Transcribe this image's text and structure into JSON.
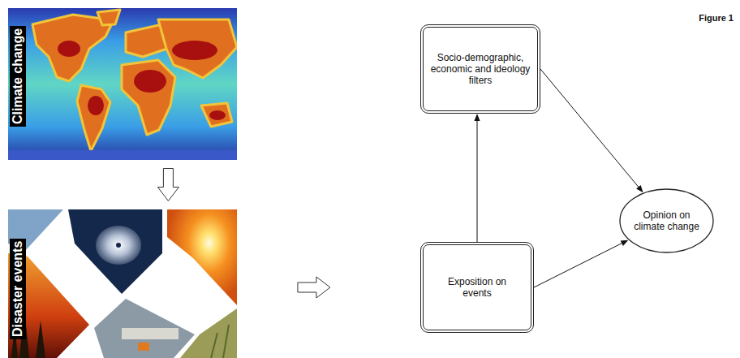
{
  "diagram": {
    "nodes": [
      {
        "text": [
          "Climate change"
        ]
      },
      {
        "text": [
          "Disaster events"
        ]
      },
      {
        "text": [
          "Exposition on events"
        ]
      },
      {
        "text": [
          "Socio-demographic, economic and ideology filters"
        ]
      },
      {
        "text": [
          "Opinion on climate change"
        ]
      }
    ],
    "edges": [
      {
        "from": 0,
        "to": 1,
        "arrow": "to"
      },
      {
        "from": 1,
        "to": 2,
        "arrow": "to"
      },
      {
        "from": 2,
        "to": 3,
        "arrow": "to"
      },
      {
        "from": 3,
        "to": 4,
        "arrow": "to"
      },
      {
        "from": 2,
        "to": 4,
        "arrow": "to"
      }
    ],
    "labels": [
      "Figure 1"
    ]
  }
}
